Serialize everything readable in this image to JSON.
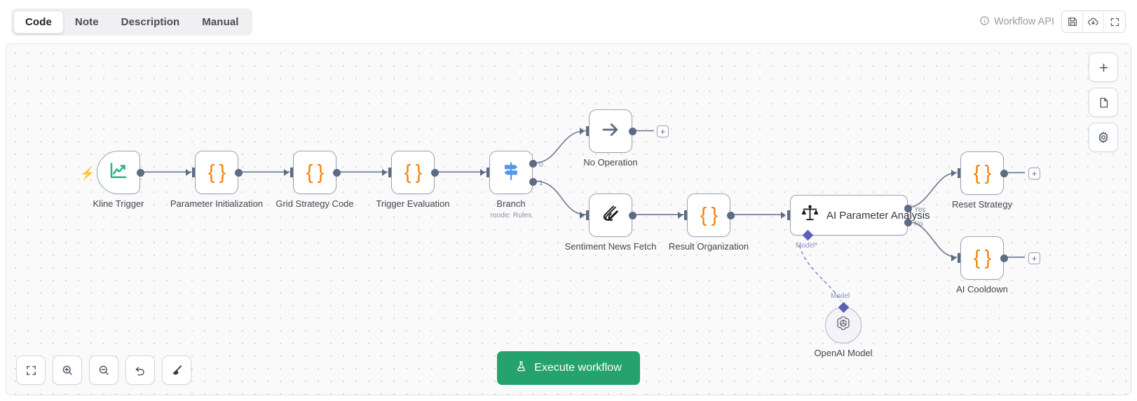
{
  "header": {
    "tabs": [
      {
        "label": "Code",
        "active": true
      },
      {
        "label": "Note",
        "active": false
      },
      {
        "label": "Description",
        "active": false
      },
      {
        "label": "Manual",
        "active": false
      }
    ],
    "api_label": "Workflow API",
    "info_icon": "info-circle-icon",
    "actions": [
      {
        "name": "save-icon",
        "glyph": "save"
      },
      {
        "name": "download-cloud-icon",
        "glyph": "cloud-download"
      },
      {
        "name": "fullscreen-icon",
        "glyph": "expand"
      }
    ]
  },
  "canvas": {
    "nodes": [
      {
        "id": "kline-trigger",
        "label": "Kline Trigger",
        "sub": "",
        "icon": "chart-line-icon",
        "type": "trigger"
      },
      {
        "id": "parameter-initialization",
        "label": "Parameter Initialization",
        "sub": "",
        "icon": "code-braces-icon",
        "type": "code"
      },
      {
        "id": "grid-strategy-code",
        "label": "Grid Strategy Code",
        "sub": "",
        "icon": "code-braces-icon",
        "type": "code"
      },
      {
        "id": "trigger-evaluation",
        "label": "Trigger Evaluation",
        "sub": "",
        "icon": "code-braces-icon",
        "type": "code"
      },
      {
        "id": "branch",
        "label": "Branch",
        "sub": "mode: Rules",
        "icon": "signpost-switch-icon",
        "type": "switch"
      },
      {
        "id": "no-operation",
        "label": "No Operation",
        "sub": "",
        "icon": "arrow-right-icon",
        "type": "noop"
      },
      {
        "id": "sentiment-news-fetch",
        "label": "Sentiment News Fetch",
        "sub": "",
        "icon": "scrape-swirl-icon",
        "type": "integration"
      },
      {
        "id": "result-organization",
        "label": "Result Organization",
        "sub": "",
        "icon": "code-braces-icon",
        "type": "code"
      },
      {
        "id": "ai-parameter-analysis",
        "label": "AI Parameter Analysis",
        "sub": "",
        "icon": "balance-scales-icon",
        "type": "ai-wide"
      },
      {
        "id": "reset-strategy",
        "label": "Reset Strategy",
        "sub": "",
        "icon": "code-braces-icon",
        "type": "code"
      },
      {
        "id": "ai-cooldown",
        "label": "AI Cooldown",
        "sub": "",
        "icon": "code-braces-icon",
        "type": "code"
      },
      {
        "id": "openai-model",
        "label": "OpenAI Model",
        "sub": "",
        "icon": "openai-logo-icon",
        "type": "sub-node"
      }
    ],
    "port_labels": {
      "branch_out_0": "0",
      "branch_out_1": "1",
      "ai_out_yes": "Yes",
      "ai_out_no": "No",
      "ai_model_port": "Model",
      "ai_model_required_mark": "*",
      "openai_model_port": "Model"
    },
    "stub_label": "+"
  },
  "right_toolbar": [
    {
      "name": "add-node-button",
      "glyph": "plus"
    },
    {
      "name": "add-sticky-button",
      "glyph": "document"
    },
    {
      "name": "workflow-settings-button",
      "glyph": "gear"
    }
  ],
  "left_toolbar": [
    {
      "name": "zoom-to-fit-button",
      "glyph": "fit"
    },
    {
      "name": "zoom-in-button",
      "glyph": "zoom-in"
    },
    {
      "name": "zoom-out-button",
      "glyph": "zoom-out"
    },
    {
      "name": "reset-zoom-button",
      "glyph": "undo"
    },
    {
      "name": "tidy-up-button",
      "glyph": "broom"
    }
  ],
  "execute": {
    "label": "Execute workflow",
    "icon": "flask-icon",
    "color": "#26a36c"
  }
}
